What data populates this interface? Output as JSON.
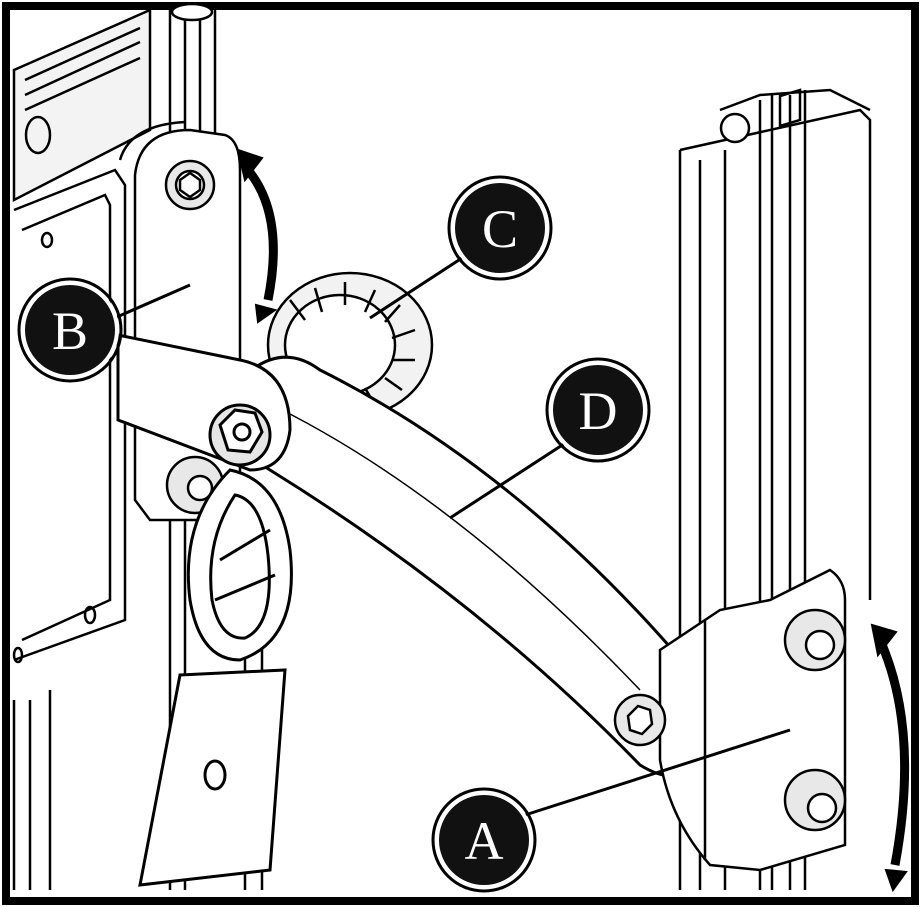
{
  "diagram": {
    "labels": [
      {
        "id": "A",
        "text": "A"
      },
      {
        "id": "B",
        "text": "B"
      },
      {
        "id": "C",
        "text": "C"
      },
      {
        "id": "D",
        "text": "D"
      }
    ]
  },
  "colors": {
    "ink": "#000000",
    "paper": "#ffffff",
    "shade": "#dcdcdc",
    "label_fill": "#111111"
  }
}
